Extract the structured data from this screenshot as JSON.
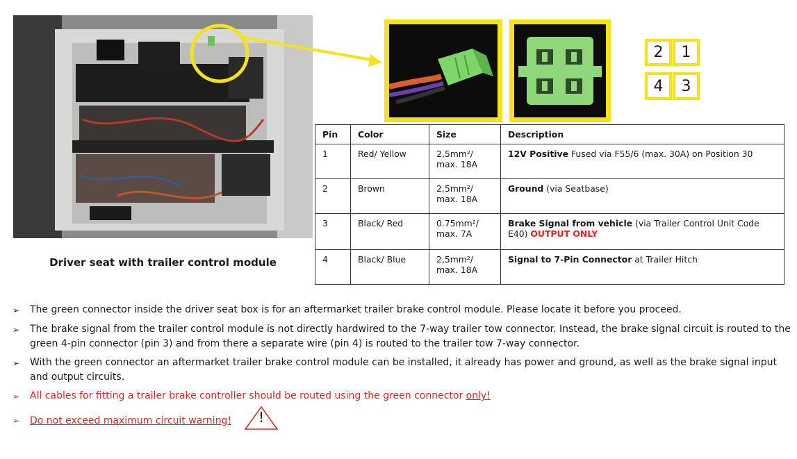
{
  "caption": "Driver seat with trailer control module",
  "pin_diagram": [
    "2",
    "1",
    "4",
    "3"
  ],
  "table": {
    "headers": [
      "Pin",
      "Color",
      "Size",
      "Description"
    ],
    "rows": [
      {
        "pin": "1",
        "color": "Red/ Yellow",
        "size": "2,5mm²/ max. 18A",
        "desc_bold": "12V Positive",
        "desc_rest": " Fused via F55/6 (max. 30A) on Position  30",
        "desc_red": ""
      },
      {
        "pin": "2",
        "color": "Brown",
        "size": "2,5mm²/ max. 18A",
        "desc_bold": "Ground",
        "desc_rest": " (via Seatbase)",
        "desc_red": ""
      },
      {
        "pin": "3",
        "color": "Black/ Red",
        "size": "0.75mm²/ max. 7A",
        "desc_bold": "Brake Signal from vehicle",
        "desc_rest": " (via Trailer Control Unit Code E40) ",
        "desc_red": "OUTPUT ONLY"
      },
      {
        "pin": "4",
        "color": "Black/ Blue",
        "size": "2,5mm²/ max. 18A",
        "desc_bold": "Signal to 7-Pin Connector",
        "desc_rest": " at Trailer Hitch",
        "desc_red": ""
      }
    ]
  },
  "bullets": [
    "The green connector inside the driver seat box is for an aftermarket trailer brake control module.  Please locate it before you proceed.",
    "The brake signal from the trailer control module is not directly hardwired to the 7-way trailer tow connector.  Instead, the brake signal circuit is routed to the green 4-pin connector (pin 3) and from there a separate wire (pin 4) is routed to the trailer tow 7-way connector.",
    "With the green connector an aftermarket trailer brake control module can be installed, it already has power and ground, as well as the brake signal input and output circuits."
  ],
  "warning1": {
    "text": "All cables for fitting a trailer brake controller should be routed using the green connector ",
    "underlined": "only!"
  },
  "warning2": {
    "text": "Do not exceed maximum circuit warning!"
  },
  "warning_symbol": "!",
  "colors": {
    "yellow": "#f4e21a",
    "red": "#e0231f",
    "connector_green": "#7ed66b"
  }
}
